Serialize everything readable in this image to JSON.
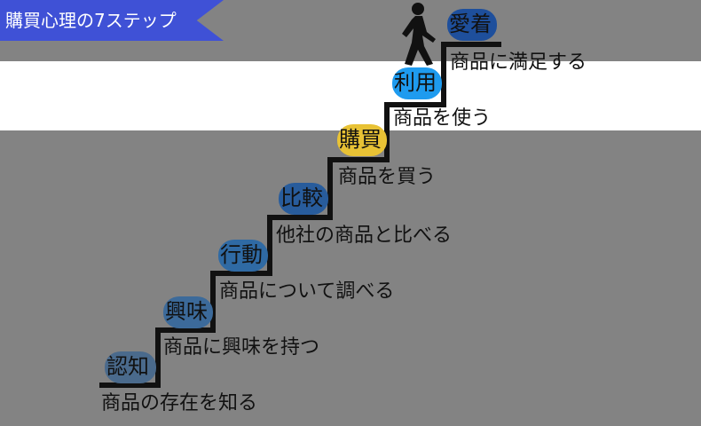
{
  "title": "購買心理の7ステップ",
  "colors": {
    "background": "#838383",
    "band": "#ffffff",
    "ribbon": "#3f51d6",
    "stairs": "#111111"
  },
  "stages": [
    {
      "label": "認知",
      "description": "商品の存在を知る",
      "badge_color": "#4a6a8c"
    },
    {
      "label": "興味",
      "description": "商品に興味を持つ",
      "badge_color": "#3c6a9a"
    },
    {
      "label": "行動",
      "description": "商品について調べる",
      "badge_color": "#2f6aa4"
    },
    {
      "label": "比較",
      "description": "他社の商品と比べる",
      "badge_color": "#285c9c"
    },
    {
      "label": "購買",
      "description": "商品を買う",
      "badge_color": "#e8c235"
    },
    {
      "label": "利用",
      "description": "商品を使う",
      "badge_color": "#1e9bef"
    },
    {
      "label": "愛着",
      "description": "商品に満足する",
      "badge_color": "#1e4f9c"
    }
  ],
  "icons": {
    "walker": "walking-person-icon"
  }
}
